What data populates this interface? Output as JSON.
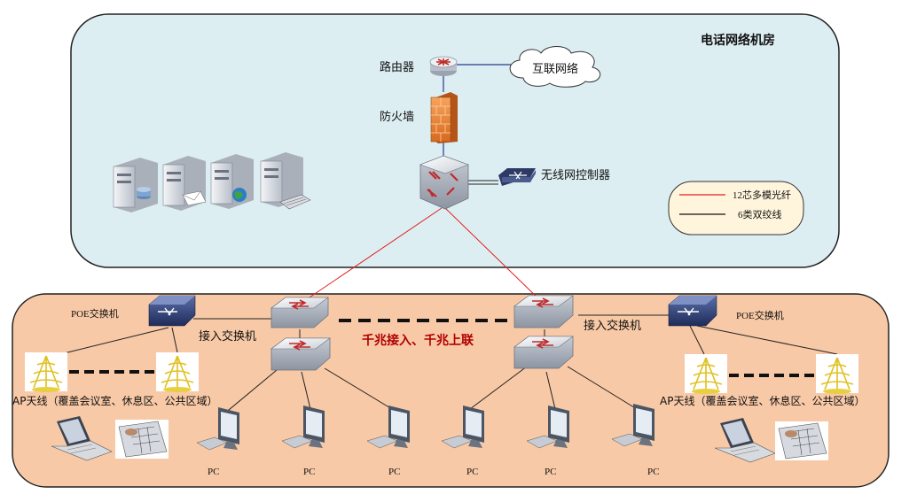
{
  "colors": {
    "room_fill": "#ddeef2",
    "access_fill": "#f8c9a6",
    "fiber": "#e02020",
    "cable": "#1a1a1a",
    "link_blue": "#2a3a8a"
  },
  "room": {
    "title": "电话网络机房",
    "router_label": "路由器",
    "internet_label": "互联网络",
    "firewall_label": "防火墙",
    "wlc_label": "无线网控制器",
    "legend": {
      "fiber": "12芯多模光纤",
      "cable": "6类双绞线"
    }
  },
  "access": {
    "poe_left": "POE交换机",
    "poe_right": "POE交换机",
    "switch_left": "接入交换机",
    "switch_right": "接入交换机",
    "uplink_label": "千兆接入、千兆上联",
    "ap_left": "AP天线（覆盖会议室、休息区、公共区域）",
    "ap_right": "AP天线（覆盖会议室、休息区、公共区域）",
    "pc_labels": [
      "PC",
      "PC",
      "PC",
      "PC",
      "PC",
      "PC"
    ]
  },
  "icons": {
    "router": "router-icon",
    "cloud": "cloud-icon",
    "firewall": "firewall-icon",
    "core_switch": "core-switch-icon",
    "wlc": "wireless-controller-icon",
    "server": "server-icon",
    "switch": "switch-icon",
    "poe": "poe-switch-icon",
    "ap": "ap-antenna-icon",
    "laptop": "laptop-icon",
    "tablet": "tablet-icon",
    "pc": "pc-icon"
  }
}
